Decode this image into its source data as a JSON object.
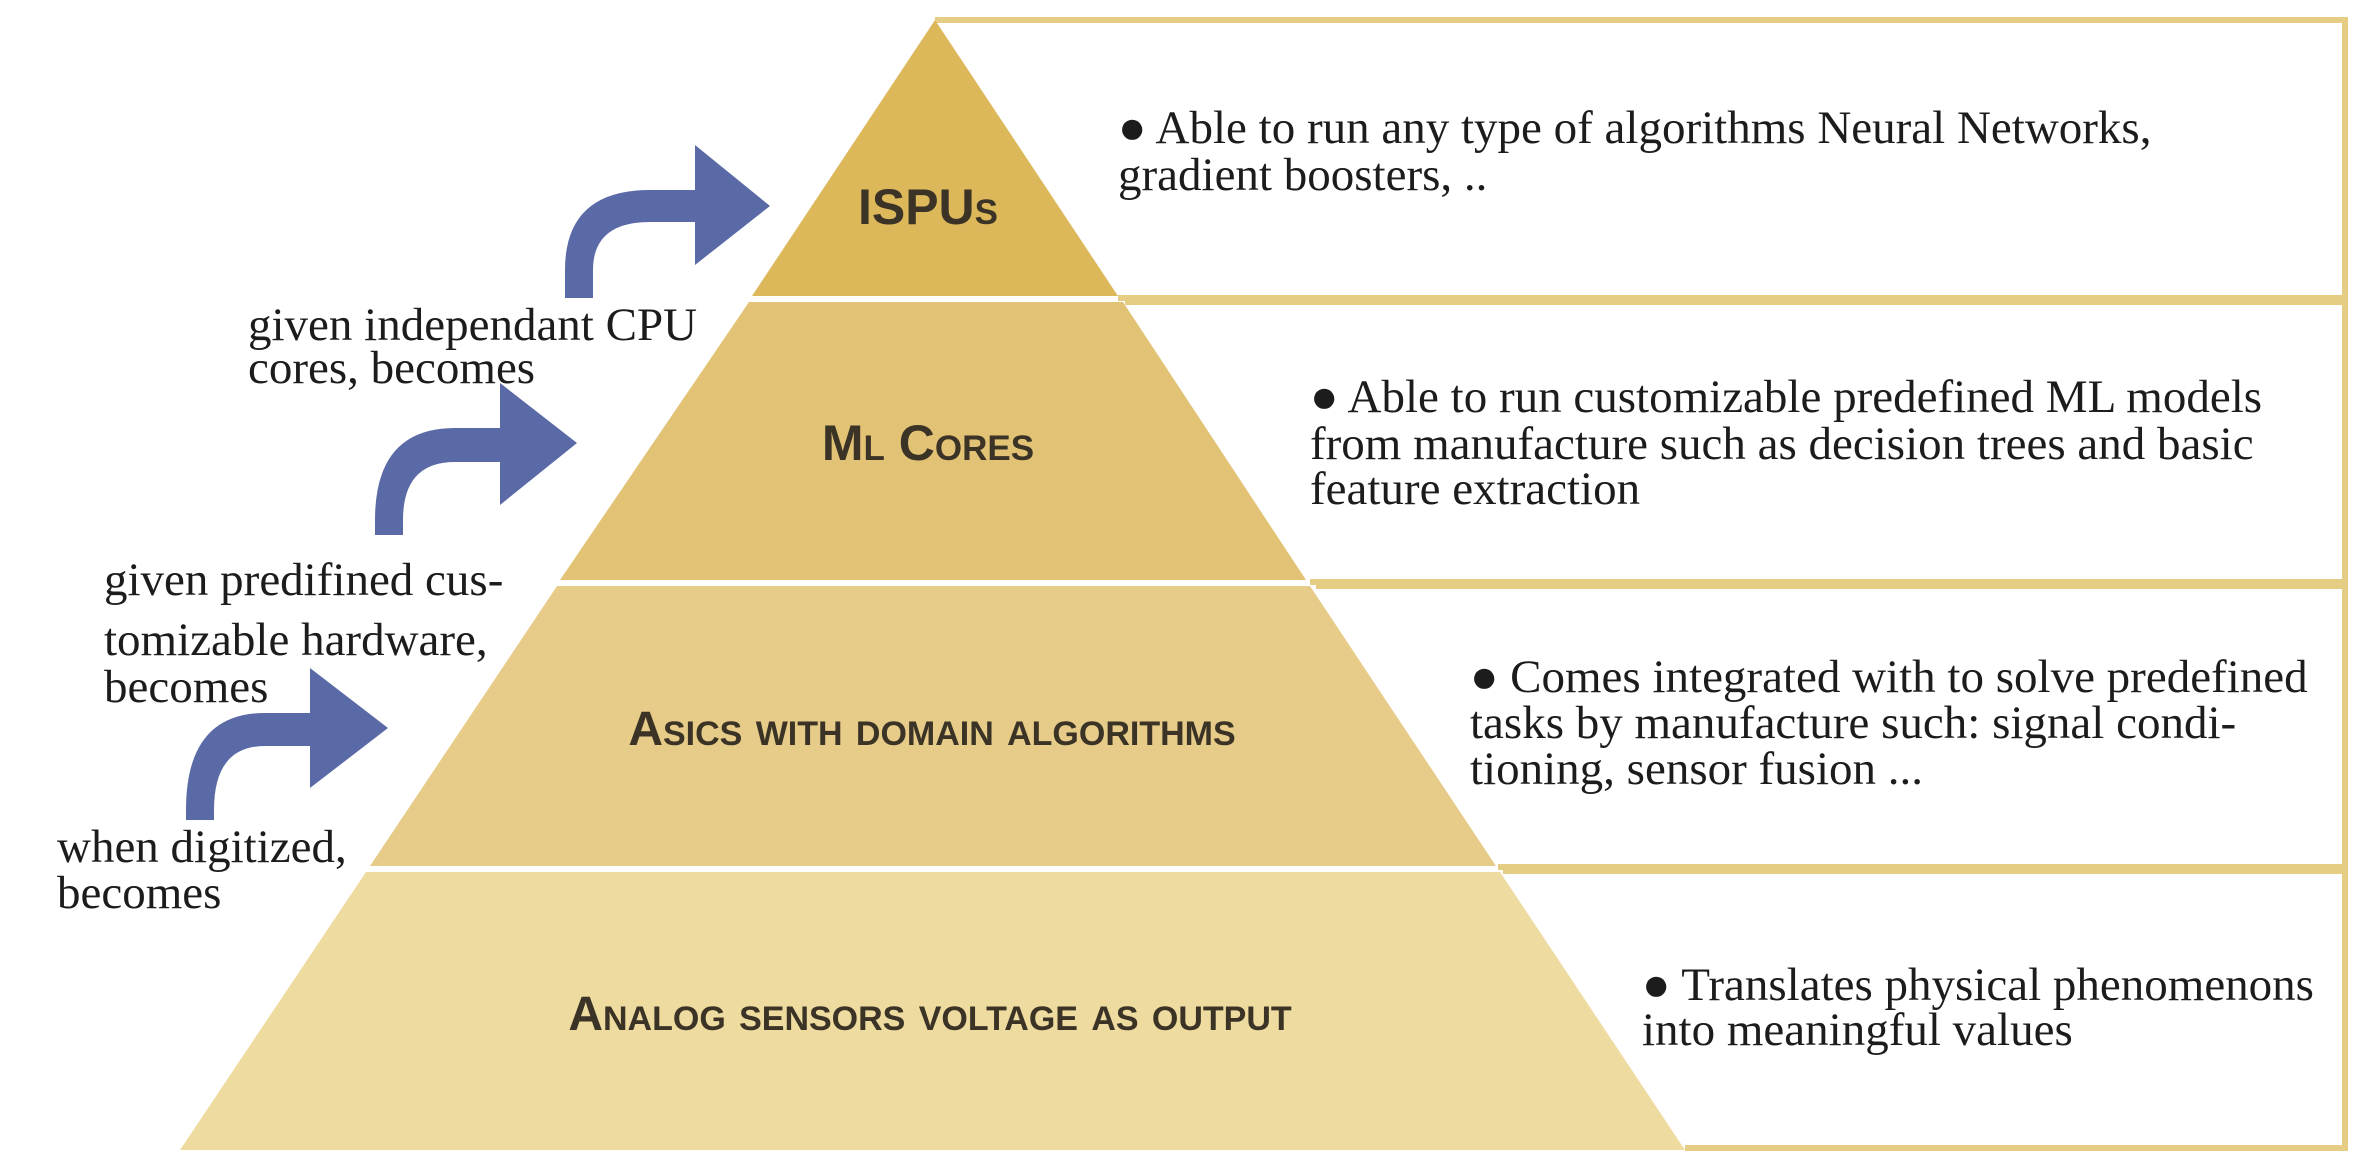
{
  "colors": {
    "frame": "#e6cd84",
    "tier1_fill": "#dcb85a",
    "tier2_fill": "#e2c274",
    "tier3_fill": "#e6cc88",
    "tier4_fill": "#eedb9f",
    "arrow": "#5a6aa6",
    "text": "#1c1c1c",
    "label_text": "#3a3326"
  },
  "tiers": [
    {
      "label": "ISPUs",
      "description": [
        "● Able to run any type of algorithms Neural Networks,",
        "gradient boosters, .."
      ]
    },
    {
      "label": "Ml Cores",
      "description": [
        "● Able to run customizable predefined ML models",
        "from manufacture such as decision trees and basic",
        "feature extraction"
      ]
    },
    {
      "label": "Asics with domain algorithms",
      "description": [
        "● Comes integrated with to solve predefined",
        "tasks by manufacture such: signal condi-",
        "tioning, sensor fusion ..."
      ]
    },
    {
      "label": "Analog sensors voltage as output",
      "description": [
        "● Translates physical phenomenons",
        "into meaningful values"
      ]
    }
  ],
  "transitions": [
    {
      "lines": [
        "given independant CPU",
        "cores, becomes"
      ],
      "arrow_icon": "curved-arrow-icon"
    },
    {
      "lines": [
        "given predifined cus-",
        "tomizable hardware,",
        "becomes"
      ],
      "arrow_icon": "curved-arrow-icon"
    },
    {
      "lines": [
        "when digitized,",
        "becomes"
      ],
      "arrow_icon": "curved-arrow-icon"
    }
  ]
}
